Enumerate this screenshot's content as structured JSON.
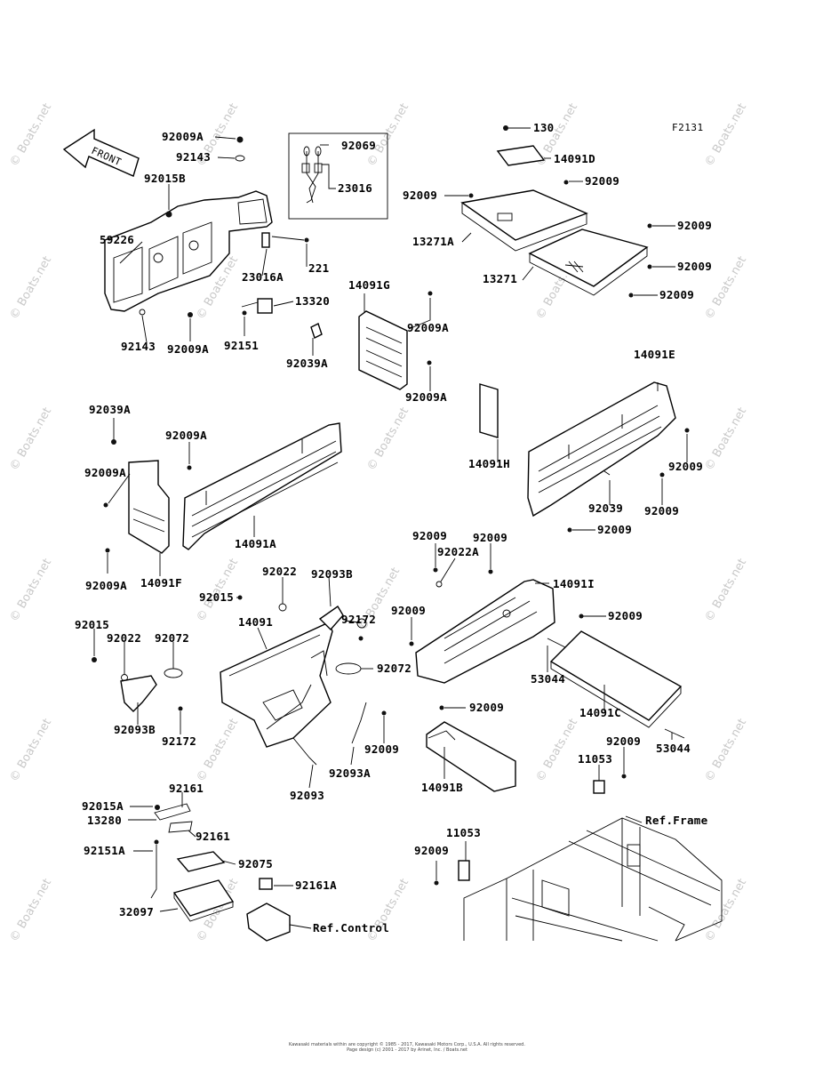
{
  "figure_code": "F2131",
  "front_label": "FRONT",
  "watermark": "© Boats.net",
  "footer_line1": "Kawasaki materials within are copyright © 1985 - 2017, Kawasaki Motors Corp., U.S.A. All rights reserved.",
  "footer_line2": "Page design (c) 2001 - 2017 by Arinet, Inc. / Boats.net",
  "labels": {
    "p92009A_top": "92009A",
    "p92143_top": "92143",
    "p92015B": "92015B",
    "p59226": "59226",
    "p92143_bot": "92143",
    "p92009A_bot": "92009A",
    "p92069": "92069",
    "p23016": "23016",
    "p23016A": "23016A",
    "p221": "221",
    "p13320": "13320",
    "p92151": "92151",
    "p130": "130",
    "p14091D": "14091D",
    "p92009_a": "92009",
    "p92009_b": "92009",
    "p13271A": "13271A",
    "p92009_c": "92009",
    "p92009_d": "92009",
    "p13271": "13271",
    "p92009_e": "92009",
    "p14091G": "14091G",
    "p92009A_g1": "92009A",
    "p92039A_g": "92039A",
    "p92009A_g2": "92009A",
    "p14091E": "14091E",
    "p92039A_l": "92039A",
    "p92009A_l1": "92009A",
    "p92009A_l2": "92009A",
    "p14091A": "14091A",
    "p92009A_l3": "92009A",
    "p14091F": "14091F",
    "p14091H": "14091H",
    "p92009_r1": "92009",
    "p92039": "92039",
    "p92009_r2": "92009",
    "p92009_r3": "92009",
    "p92009_m1": "92009",
    "p92009_m2": "92009",
    "p92022A": "92022A",
    "p14091I": "14091I",
    "p92022_c": "92022",
    "p92093B_c": "92093B",
    "p92015_c": "92015",
    "p92172_c": "92172",
    "p92009_m3": "92009",
    "p92009_m4": "92009",
    "p92015_l": "92015",
    "p92022_l": "92022",
    "p92072_l": "92072",
    "p14091": "14091",
    "p92072_c": "92072",
    "p53044_a": "53044",
    "p14091C": "14091C",
    "p53044_b": "53044",
    "p92093B_l": "92093B",
    "p92172_l": "92172",
    "p92009_b1": "92009",
    "p92009_b2": "92009",
    "p92093A": "92093A",
    "p92093": "92093",
    "p14091B": "14091B",
    "p92009_b3": "92009",
    "p11053_a": "11053",
    "p92015A": "92015A",
    "p92161_a": "92161",
    "p13280": "13280",
    "p92161_b": "92161",
    "p92151A": "92151A",
    "p92075": "92075",
    "p92161A": "92161A",
    "p32097": "32097",
    "p11053_b": "11053",
    "p92009_b4": "92009",
    "ref_frame": "Ref.Frame",
    "ref_control": "Ref.Control"
  }
}
